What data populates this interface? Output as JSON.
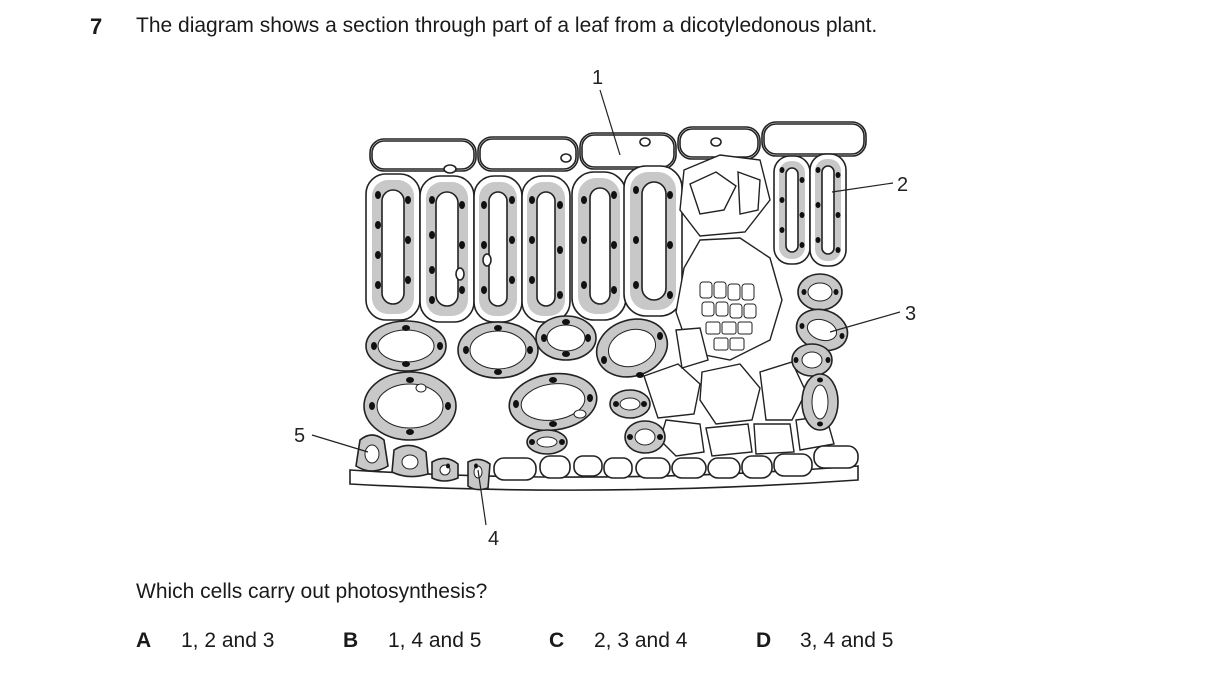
{
  "question": {
    "number": "7",
    "text": "The diagram shows a section through part of a leaf from a dicotyledonous plant.",
    "prompt": "Which cells carry out photosynthesis?"
  },
  "diagram": {
    "labels": [
      "1",
      "2",
      "3",
      "4",
      "5"
    ]
  },
  "options": [
    {
      "letter": "A",
      "text": "1, 2 and 3"
    },
    {
      "letter": "B",
      "text": "1, 4 and 5"
    },
    {
      "letter": "C",
      "text": "2, 3 and 4"
    },
    {
      "letter": "D",
      "text": "3, 4 and 5"
    }
  ],
  "colors": {
    "cytoplasm": "#c8c8c8",
    "outline": "#222222",
    "cell_fill": "#ffffff"
  }
}
